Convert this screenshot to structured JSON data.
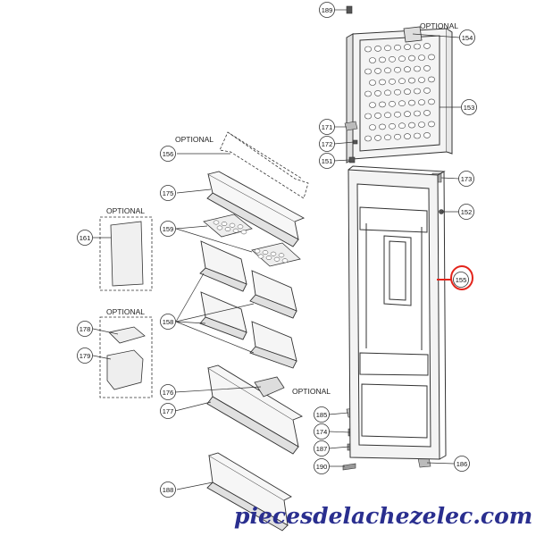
{
  "optional_label": "OPTIONAL",
  "callouts": [
    {
      "id": "c189",
      "num": "189"
    },
    {
      "id": "c154",
      "num": "154"
    },
    {
      "id": "c153",
      "num": "153"
    },
    {
      "id": "c171",
      "num": "171"
    },
    {
      "id": "c172",
      "num": "172"
    },
    {
      "id": "c151",
      "num": "151"
    },
    {
      "id": "c173",
      "num": "173"
    },
    {
      "id": "c152",
      "num": "152"
    },
    {
      "id": "c155",
      "num": "155"
    },
    {
      "id": "c156",
      "num": "156"
    },
    {
      "id": "c175",
      "num": "175"
    },
    {
      "id": "c161",
      "num": "161"
    },
    {
      "id": "c159",
      "num": "159"
    },
    {
      "id": "c158",
      "num": "158"
    },
    {
      "id": "c178",
      "num": "178"
    },
    {
      "id": "c179",
      "num": "179"
    },
    {
      "id": "c176",
      "num": "176"
    },
    {
      "id": "c177",
      "num": "177"
    },
    {
      "id": "c185",
      "num": "185"
    },
    {
      "id": "c174",
      "num": "174"
    },
    {
      "id": "c187",
      "num": "187"
    },
    {
      "id": "c190",
      "num": "190"
    },
    {
      "id": "c186",
      "num": "186"
    },
    {
      "id": "c188",
      "num": "188"
    }
  ],
  "highlight_color": "#e3241b",
  "watermark": {
    "text": "piecesdelachezelec.com",
    "color": "#2a2f8f"
  }
}
